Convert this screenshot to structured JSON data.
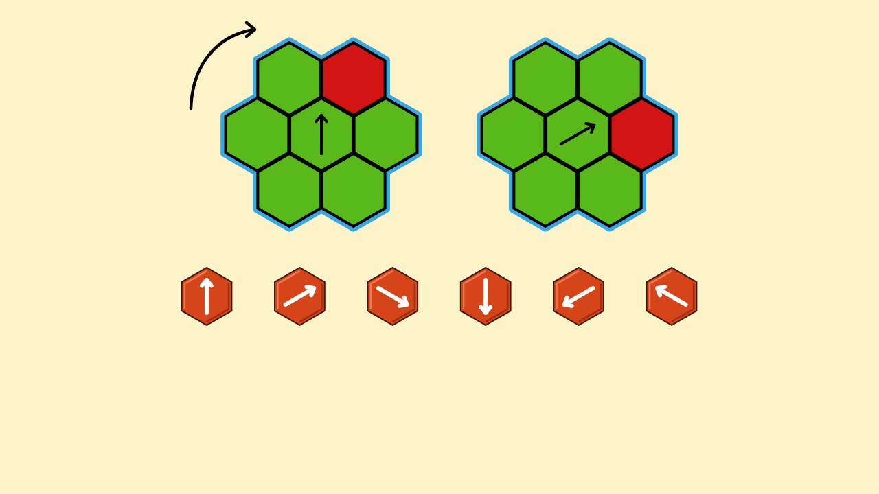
{
  "colors": {
    "background": "#fcf4c8",
    "cell_green": "#5ab91a",
    "cell_red": "#d21414",
    "cell_outline": "#000000",
    "board_glow": "#3aa8e0",
    "button_fill": "#d6451a",
    "button_highlight": "#f07a50",
    "button_shadow": "#9e2e0e",
    "button_arrow": "#ffffff",
    "rotate_arrow": "#000000"
  },
  "rotation_hint": {
    "icon": "curved-rotate-arrow-icon",
    "direction": "clockwise"
  },
  "boards": [
    {
      "id": "before",
      "cells": [
        "green",
        "red",
        "green",
        "green",
        "green",
        "green",
        "green"
      ],
      "center_arrow": "up"
    },
    {
      "id": "after",
      "cells": [
        "green",
        "green",
        "green",
        "green",
        "red",
        "green",
        "green"
      ],
      "center_arrow": "up-right"
    }
  ],
  "direction_buttons": [
    {
      "direction": "up",
      "icon": "arrow-up-icon"
    },
    {
      "direction": "up-right",
      "icon": "arrow-up-right-icon"
    },
    {
      "direction": "down-right",
      "icon": "arrow-down-right-icon"
    },
    {
      "direction": "down",
      "icon": "arrow-down-icon"
    },
    {
      "direction": "down-left",
      "icon": "arrow-down-left-icon"
    },
    {
      "direction": "up-left",
      "icon": "arrow-up-left-icon"
    }
  ]
}
